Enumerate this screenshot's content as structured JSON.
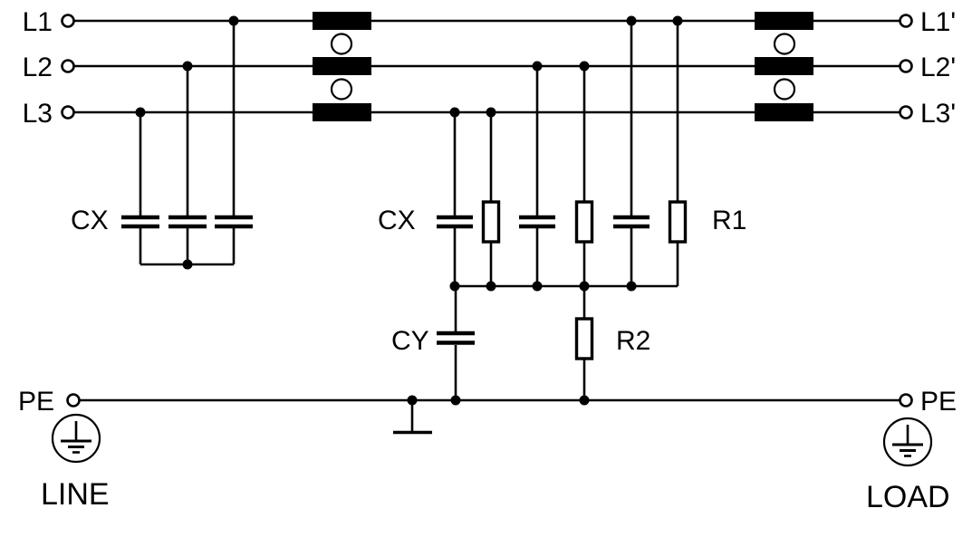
{
  "schematic": {
    "kind": "three-phase-emi-filter-circuit",
    "colors": {
      "background": "#ffffff",
      "line": "#000000"
    },
    "input_side": {
      "caption": "LINE",
      "terminals": [
        {
          "id": "l1-in",
          "label": "L1"
        },
        {
          "id": "l2-in",
          "label": "L2"
        },
        {
          "id": "l3-in",
          "label": "L3"
        },
        {
          "id": "pe-in",
          "label": "PE"
        }
      ]
    },
    "output_side": {
      "caption": "LOAD",
      "terminals": [
        {
          "id": "l1-out",
          "label": "L1'"
        },
        {
          "id": "l2-out",
          "label": "L2'"
        },
        {
          "id": "l3-out",
          "label": "L3'"
        },
        {
          "id": "pe-out",
          "label": "PE"
        }
      ]
    },
    "component_labels": {
      "cx_line_side": "CX",
      "cx_mid": "CX",
      "cy": "CY",
      "r1": "R1",
      "r2": "R2"
    },
    "icons": {
      "choke_winding": "choke-winding-icon",
      "choke_core": "choke-core-circle-icon",
      "capacitor": "capacitor-plates-icon",
      "resistor": "resistor-box-icon",
      "earth_tap": "earth-ground-icon",
      "protective_earth": "protective-earth-circled-icon",
      "terminal": "open-terminal-icon",
      "junction": "junction-dot-icon"
    }
  }
}
